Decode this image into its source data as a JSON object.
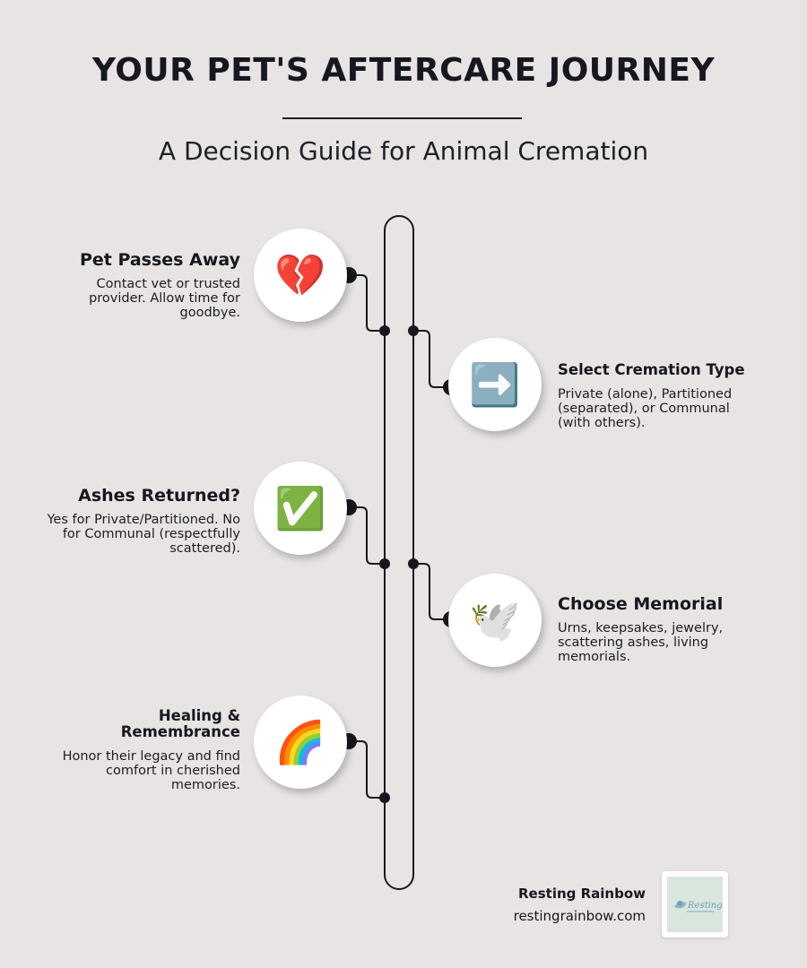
{
  "title": "YOUR PET'S AFTERCARE JOURNEY",
  "subtitle": "A Decision Guide for Animal Cremation",
  "steps": [
    {
      "title": "Pet Passes Away",
      "description": "Contact vet or trusted provider. Allow time for goodbye.",
      "icon": "broken-heart-icon",
      "glyph": "💔"
    },
    {
      "title": "Select Cremation Type",
      "description": "Private (alone), Partitioned (separated), or Communal (with others).",
      "icon": "right-arrow-icon",
      "glyph": "➡️"
    },
    {
      "title": "Ashes Returned?",
      "description": "Yes for Private/Partitioned. No for Communal (respectfully scattered).",
      "icon": "check-mark-icon",
      "glyph": "✅"
    },
    {
      "title": "Choose Memorial",
      "description": "Urns, keepsakes, jewelry, scattering ashes, living memorials.",
      "icon": "dove-icon",
      "glyph": "🕊️"
    },
    {
      "title": "Healing & Remembrance",
      "description": "Honor their legacy and find comfort in cherished memories.",
      "icon": "rainbow-icon",
      "glyph": "🌈"
    }
  ],
  "brand": {
    "name": "Resting Rainbow",
    "url": "restingrainbow.com",
    "logo_text": "Resting Rainbow"
  },
  "colors": {
    "background": "#e7e4e3",
    "ink": "#16161e",
    "circle": "#ffffff"
  }
}
